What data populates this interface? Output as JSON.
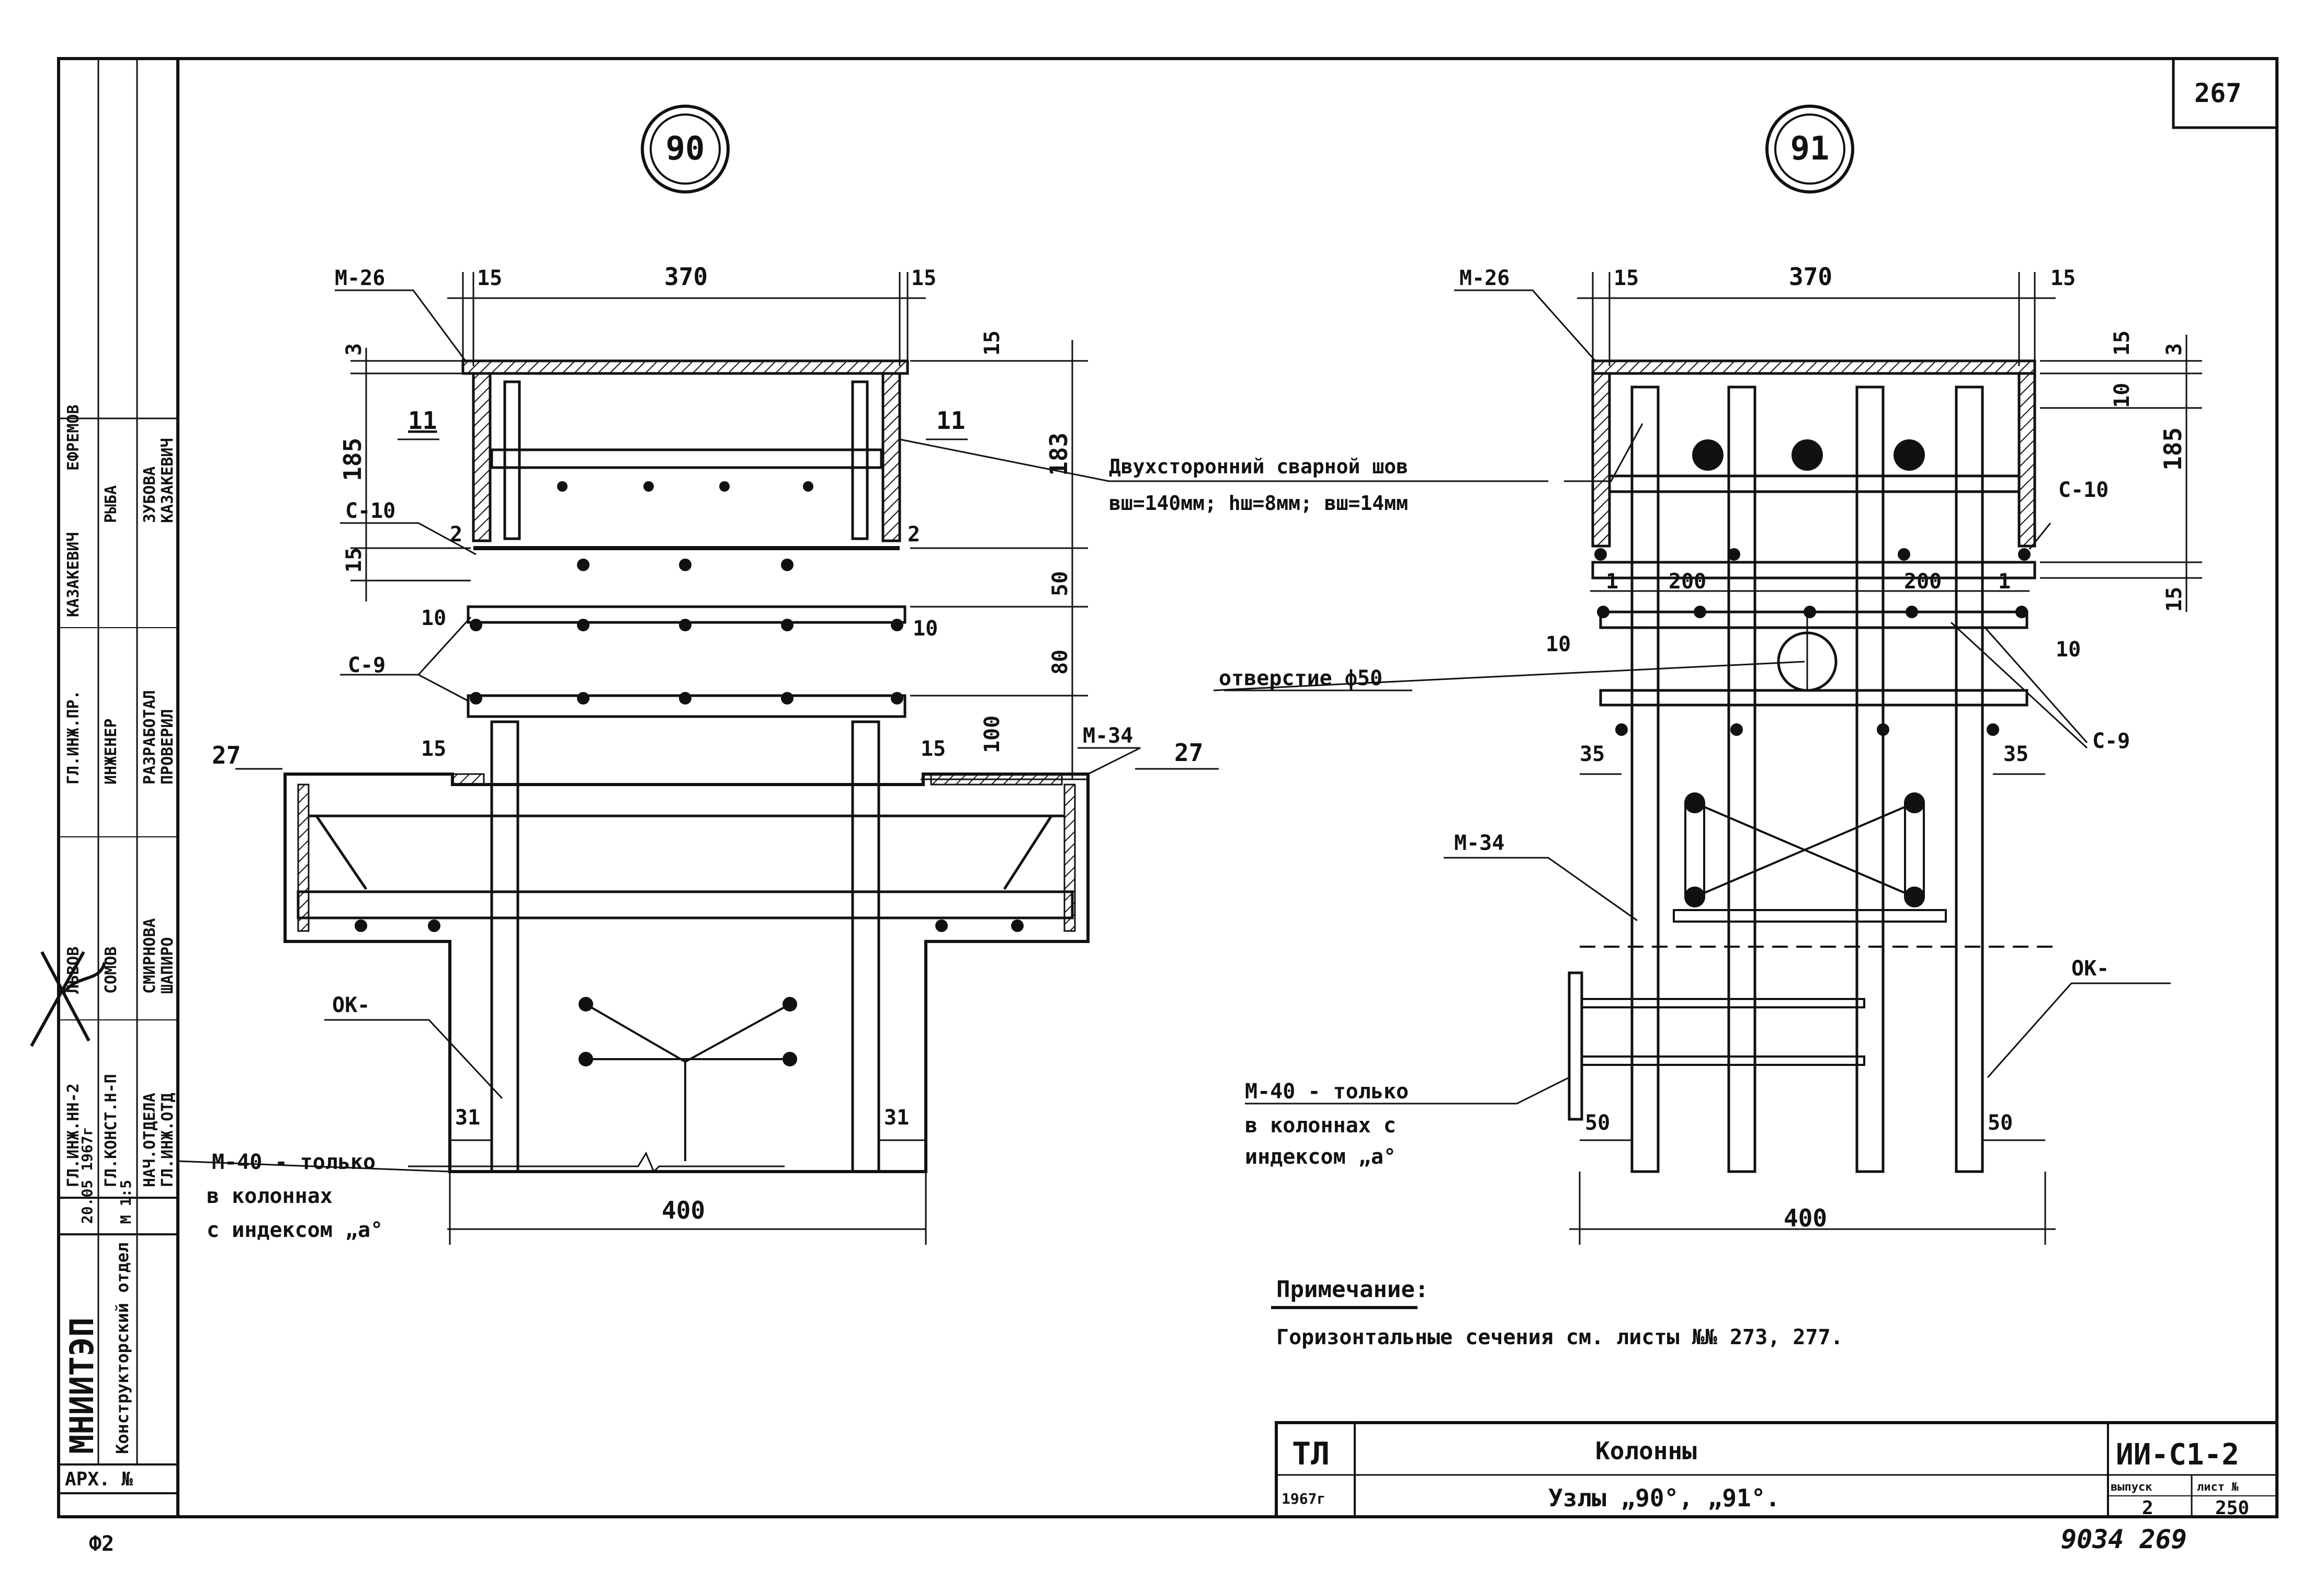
{
  "sheet": {
    "sheet_number_top": "267",
    "code": "ИИ-С1-2",
    "title_line1": "Колонны",
    "title_line2": "Узлы „90°, „91°.",
    "series_label": "ТЛ",
    "year_label": "1967г",
    "issue_header": "выпуск",
    "issue_value": "2",
    "sheet_header": "лист №",
    "sheet_value": "250",
    "bottom_right_handwritten": "9034  269",
    "bottom_left_mark": "Ф2"
  },
  "side_stamp": {
    "org": "МНИИТЭП",
    "dept": "Конструкторский отдел",
    "archive": "АРХ. №",
    "date": "20.05 1967г",
    "scale_label": "М 1:5",
    "roles": [
      "ГЛ.ИНЖ.НН-2",
      "ГЛ.КОНСТ.Н-П",
      "НАЧ.ОТДЕЛА",
      "ГЛ.ИНЖ.ОТД",
      "ГЛ.ИНЖ.ПР.",
      "ИНЖЕНЕР",
      "РАЗРАБОТАЛ",
      "ПРОВЕРИЛ"
    ],
    "names": [
      "ЛЬВОВ",
      "СОМОВ",
      "СМИРНОВА",
      "ШАПИРО",
      "КАЗАКЕВИЧ",
      "РЫБА",
      "ЗУБОВА",
      "КАЗАКЕВИЧ",
      "ЕФРЕМОВ"
    ]
  },
  "node90": {
    "circle_label": "90",
    "dims": {
      "top": "370",
      "left_gap": "15",
      "right_gap": "15",
      "h185": "185",
      "h183": "183",
      "h3": "3",
      "h15": "15",
      "h15b": "15",
      "h50": "50",
      "h80": "80",
      "h100": "100",
      "g10a": "10",
      "g10b": "10",
      "g15a": "15",
      "g15b": "15",
      "g31a": "31",
      "g31b": "31",
      "bottom": "400",
      "g2a": "2",
      "g2b": "2"
    },
    "labels": {
      "m26": "М-26",
      "c10": "С-10",
      "c9": "С-9",
      "m34": "М-34",
      "ok": "ОК-",
      "sec11a": "11",
      "sec11b": "11",
      "sec27a": "27",
      "sec27b": "27"
    },
    "note_m40": [
      "М-40 - только",
      "в колоннах",
      "с индексом „а°"
    ]
  },
  "node91": {
    "circle_label": "91",
    "dims": {
      "top": "370",
      "left_gap": "15",
      "right_gap": "15",
      "h185": "185",
      "h3": "3",
      "h15": "15",
      "h10": "10",
      "h15b": "15",
      "w200a": "200",
      "w200b": "200",
      "g10a": "10",
      "g10b": "10",
      "g35a": "35",
      "g35b": "35",
      "g50a": "50",
      "g50b": "50",
      "bottom": "400",
      "g1a": "1",
      "g1b": "1"
    },
    "labels": {
      "m26": "М-26",
      "c10": "С-10",
      "c9": "С-9",
      "m34": "М-34",
      "ok": "ОК-",
      "hole": "отверстие ф50"
    },
    "note_m40": [
      "М-40 - только",
      "в колоннах с",
      "индексом „а°"
    ]
  },
  "weld_note": [
    "Двухсторонний сварной шов",
    "вш=140мм; hш=8мм; вш=14мм"
  ],
  "remark": {
    "header": "Примечание:",
    "text": "Горизонтальные сечения см. листы №№ 273, 277."
  }
}
